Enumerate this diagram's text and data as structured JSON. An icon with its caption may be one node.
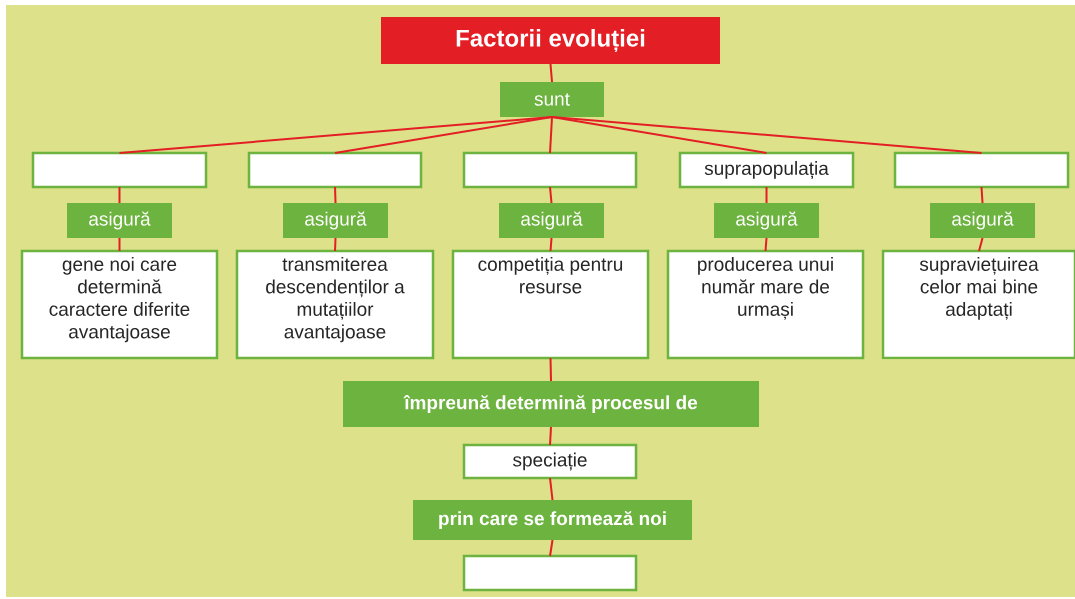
{
  "diagram": {
    "nodes": [
      {
        "text": [
          "Factorii evoluției"
        ]
      },
      {
        "text": [
          "sunt"
        ]
      },
      {
        "text": [],
        "shape": "box"
      },
      {
        "text": [],
        "shape": "box"
      },
      {
        "text": [],
        "shape": "box"
      },
      {
        "text": [
          "suprapopulația"
        ]
      },
      {
        "text": [],
        "shape": "box"
      },
      {
        "text": [
          "asigură"
        ]
      },
      {
        "text": [
          "asigură"
        ]
      },
      {
        "text": [
          "asigură"
        ]
      },
      {
        "text": [
          "asigură"
        ]
      },
      {
        "text": [
          "asigură"
        ]
      },
      {
        "text": [
          "gene noi care determină caractere diferite avantajoase"
        ]
      },
      {
        "text": [
          "transmiterea descendenților a mutațiilor avantajoase"
        ]
      },
      {
        "text": [
          "competiția pentru resurse"
        ]
      },
      {
        "text": [
          "producerea unui număr mare de urmași"
        ]
      },
      {
        "text": [
          "supraviețuirea celor mai bine adaptați"
        ]
      },
      {
        "text": [
          "împreună determină procesul de"
        ]
      },
      {
        "text": [
          "speciație"
        ]
      },
      {
        "text": [
          "prin care se formează noi"
        ]
      },
      {
        "text": [],
        "shape": "box"
      }
    ],
    "edges": [
      {
        "from": 0,
        "to": 1,
        "arrow": "none"
      },
      {
        "from": 1,
        "to": 2,
        "arrow": "none"
      },
      {
        "from": 1,
        "to": 3,
        "arrow": "none"
      },
      {
        "from": 1,
        "to": 4,
        "arrow": "none"
      },
      {
        "from": 1,
        "to": 5,
        "arrow": "none"
      },
      {
        "from": 1,
        "to": 6,
        "arrow": "none"
      },
      {
        "from": 2,
        "to": 7,
        "arrow": "none"
      },
      {
        "from": 3,
        "to": 8,
        "arrow": "none"
      },
      {
        "from": 4,
        "to": 9,
        "arrow": "none"
      },
      {
        "from": 5,
        "to": 10,
        "arrow": "none"
      },
      {
        "from": 6,
        "to": 11,
        "arrow": "none"
      },
      {
        "from": 7,
        "to": 12,
        "arrow": "none"
      },
      {
        "from": 8,
        "to": 13,
        "arrow": "none"
      },
      {
        "from": 9,
        "to": 14,
        "arrow": "none"
      },
      {
        "from": 10,
        "to": 15,
        "arrow": "none"
      },
      {
        "from": 11,
        "to": 16,
        "arrow": "none"
      },
      {
        "from": 14,
        "to": 17,
        "arrow": "none"
      },
      {
        "from": 17,
        "to": 18,
        "arrow": "none"
      },
      {
        "from": 18,
        "to": 19,
        "arrow": "none"
      },
      {
        "from": 19,
        "to": 20,
        "arrow": "none"
      }
    ]
  }
}
